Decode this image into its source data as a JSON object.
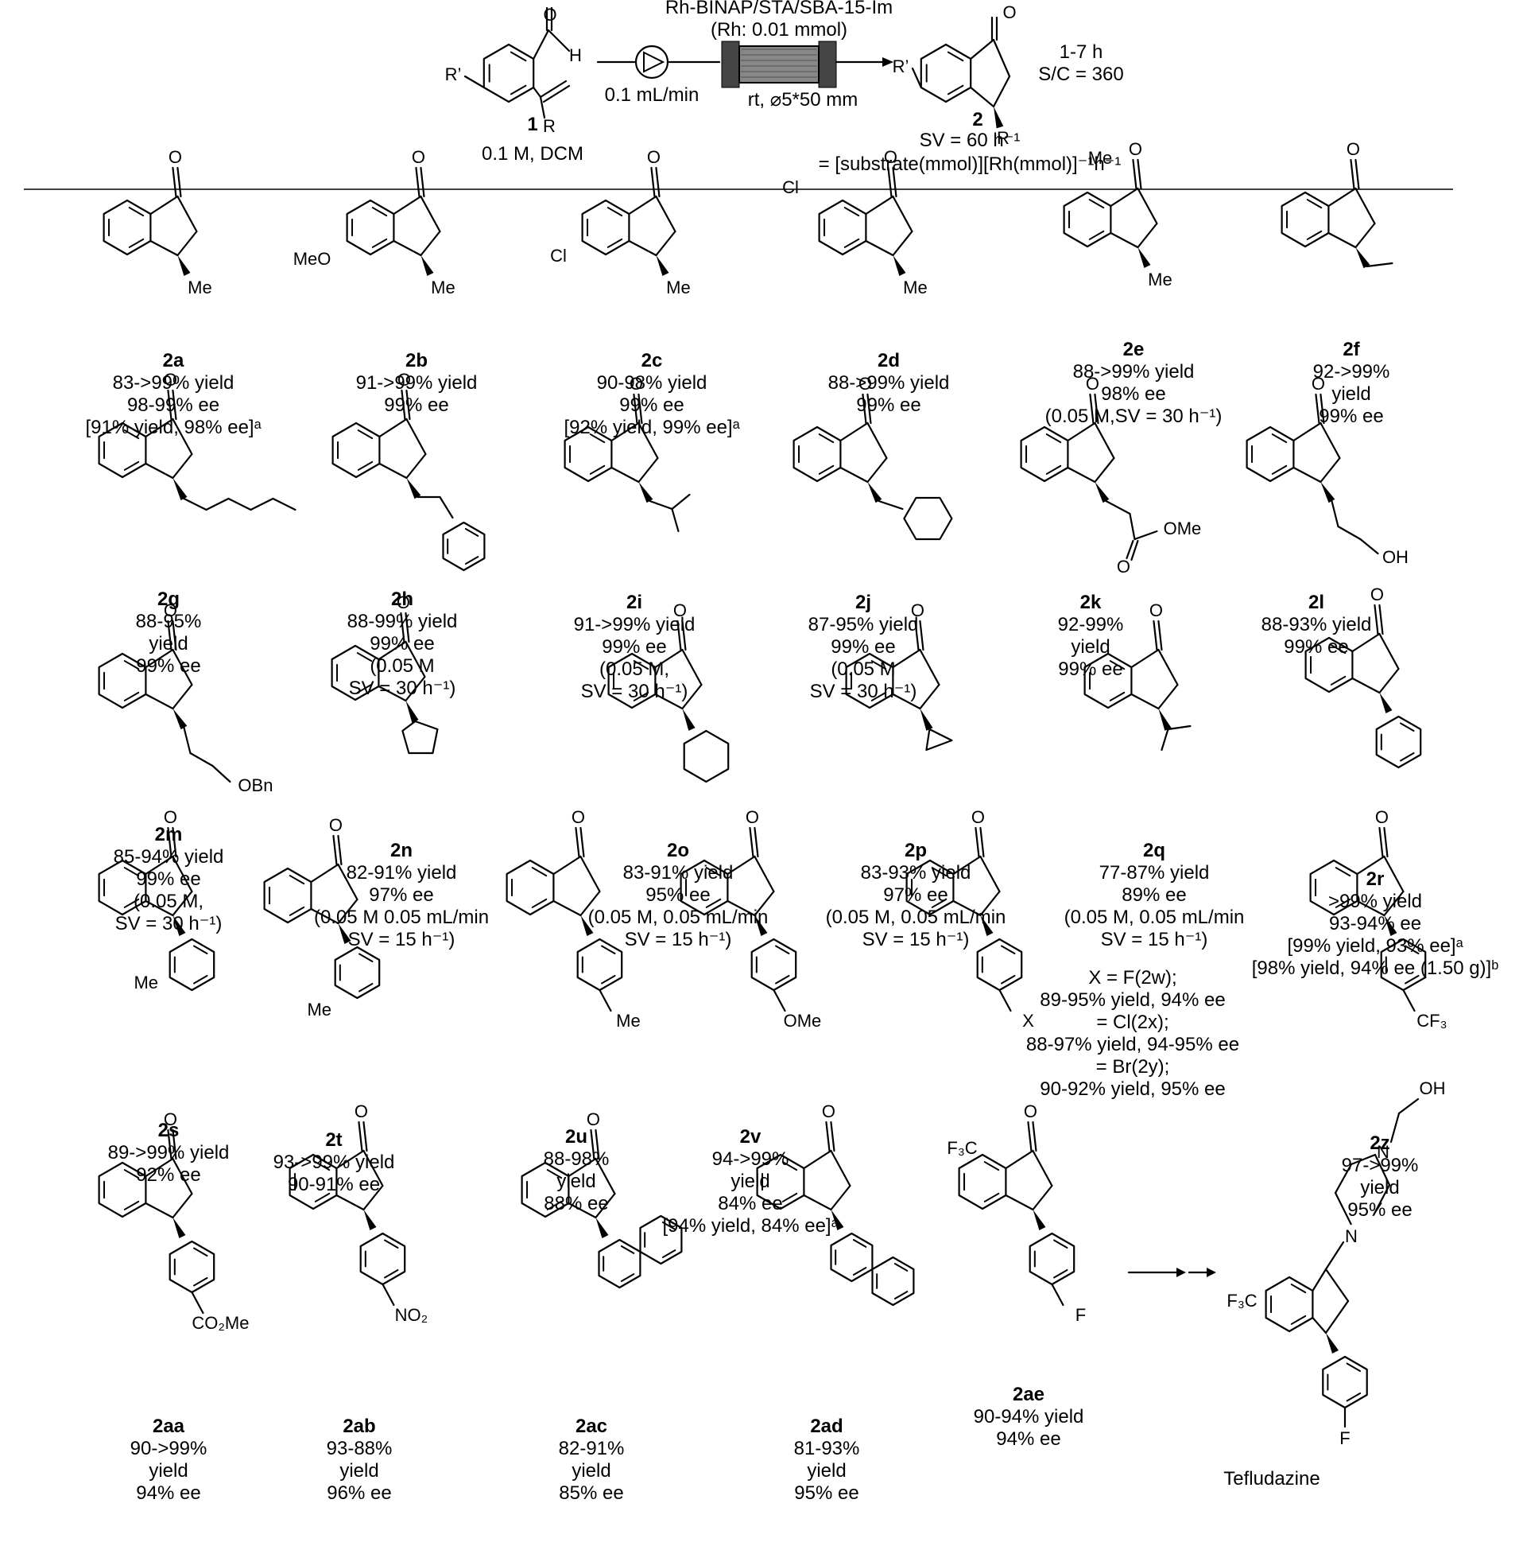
{
  "scheme": {
    "catalyst_line1": "Rh-BINAP/STA/SBA-15-Im",
    "catalyst_line2": "(Rh: 0.01 mmol)",
    "flow_rate": "0.1 mL/min",
    "reactor_conditions": "rt, ⌀5*50 mm",
    "substrate_code": "1",
    "substrate_conc": "0.1 M, DCM",
    "product_code": "2",
    "time": "1-7 h",
    "sc_ratio": "S/C = 360",
    "sv": "SV = 60 h⁻¹",
    "sv_definition": "= [substrate(mmol)][Rh(mmol)]⁻¹h⁻¹",
    "atom_R_prime": "R’",
    "atom_R": "R",
    "atom_O": "O",
    "atom_H": "H"
  },
  "atoms": {
    "O": "O",
    "Me": "Me",
    "MeO": "MeO",
    "Cl": "Cl",
    "OMe": "OMe",
    "OH": "OH",
    "OBn": "OBn",
    "X": "X",
    "CF3": "CF₃",
    "CO2Me": "CO₂Me",
    "NO2": "NO₂",
    "F": "F",
    "F3C": "F₃C",
    "N": "N"
  },
  "products": [
    {
      "code": "2a",
      "lines": [
        "83->99% yield",
        "98-99% ee",
        "[91% yield, 98% ee]ᵃ"
      ]
    },
    {
      "code": "2b",
      "lines": [
        "91->99% yield",
        "99% ee"
      ]
    },
    {
      "code": "2c",
      "lines": [
        "90-98% yield",
        "99% ee",
        "[92% yield, 99% ee]ᵃ"
      ]
    },
    {
      "code": "2d",
      "lines": [
        "88->99% yield",
        "99% ee"
      ]
    },
    {
      "code": "2e",
      "lines": [
        "88->99% yield",
        "98% ee",
        "(0.05 M,SV = 30 h⁻¹)"
      ]
    },
    {
      "code": "2f",
      "lines": [
        "92->99%",
        "yield",
        "99% ee"
      ]
    },
    {
      "code": "2g",
      "lines": [
        "88-95%",
        "yield",
        "99% ee"
      ]
    },
    {
      "code": "2h",
      "lines": [
        "88-99% yield",
        "99% ee",
        "(0.05 M",
        "SV = 30 h⁻¹)"
      ]
    },
    {
      "code": "2i",
      "lines": [
        "91->99% yield",
        "99% ee",
        "(0.05 M,",
        "SV = 30 h⁻¹)"
      ]
    },
    {
      "code": "2j",
      "lines": [
        "87-95% yield",
        "99% ee",
        "(0.05 M",
        "SV = 30 h⁻¹)"
      ]
    },
    {
      "code": "2k",
      "lines": [
        "92-99%",
        "yield",
        "99% ee"
      ]
    },
    {
      "code": "2l",
      "lines": [
        "88-93% yield",
        "99% ee"
      ]
    },
    {
      "code": "2m",
      "lines": [
        "85-94% yield",
        "99% ee",
        "(0.05 M,",
        "SV = 30 h⁻¹)"
      ]
    },
    {
      "code": "2n",
      "lines": [
        "82-91% yield",
        "97% ee",
        "(0.05 M 0.05 mL/min",
        "SV = 15 h⁻¹)"
      ]
    },
    {
      "code": "2o",
      "lines": [
        "83-91% yield",
        "95% ee",
        "(0.05 M, 0.05 mL/min",
        "SV = 15 h⁻¹)"
      ]
    },
    {
      "code": "2p",
      "lines": [
        "83-93% yield",
        "97% ee",
        "(0.05 M, 0.05 mL/min",
        "SV = 15 h⁻¹)"
      ]
    },
    {
      "code": "2q",
      "lines": [
        "77-87% yield",
        "89% ee",
        "(0.05 M, 0.05 mL/min",
        "SV = 15 h⁻¹)"
      ]
    },
    {
      "code": "2r",
      "lines": [
        ">99% yield",
        "93-94% ee",
        "[99% yield, 93% ee]ᵃ",
        "[98% yield, 94% ee (1.50 g)]ᵇ"
      ]
    },
    {
      "code": "2s",
      "lines": [
        "89->99% yield",
        "92% ee"
      ]
    },
    {
      "code": "2t",
      "lines": [
        "93->99% yield",
        "90-91% ee"
      ]
    },
    {
      "code": "2u",
      "lines": [
        "88-98%",
        "yield",
        "88% ee"
      ]
    },
    {
      "code": "2v",
      "lines": [
        "94->99%",
        "yield",
        "84% ee",
        "[94% yield, 84% ee]ᵃ"
      ]
    },
    {
      "code": "2z",
      "lines": [
        "97->99%",
        "yield",
        "95% ee"
      ]
    },
    {
      "code": "2aa",
      "lines": [
        "90->99%",
        "yield",
        "94% ee"
      ]
    },
    {
      "code": "2ab",
      "lines": [
        "93-88%",
        "yield",
        "96% ee"
      ]
    },
    {
      "code": "2ac",
      "lines": [
        "82-91%",
        "yield",
        "85% ee"
      ]
    },
    {
      "code": "2ad",
      "lines": [
        "81-93%",
        "yield",
        "95% ee"
      ]
    },
    {
      "code": "2ae",
      "lines": [
        "90-94% yield",
        "94% ee"
      ]
    }
  ],
  "halogen_note": [
    "X = F(2w);",
    "89-95% yield, 94% ee",
    "= Cl(2x);",
    "88-97% yield, 94-95% ee",
    "= Br(2y);",
    "90-92% yield, 95% ee"
  ],
  "target_name": "Tefludazine"
}
